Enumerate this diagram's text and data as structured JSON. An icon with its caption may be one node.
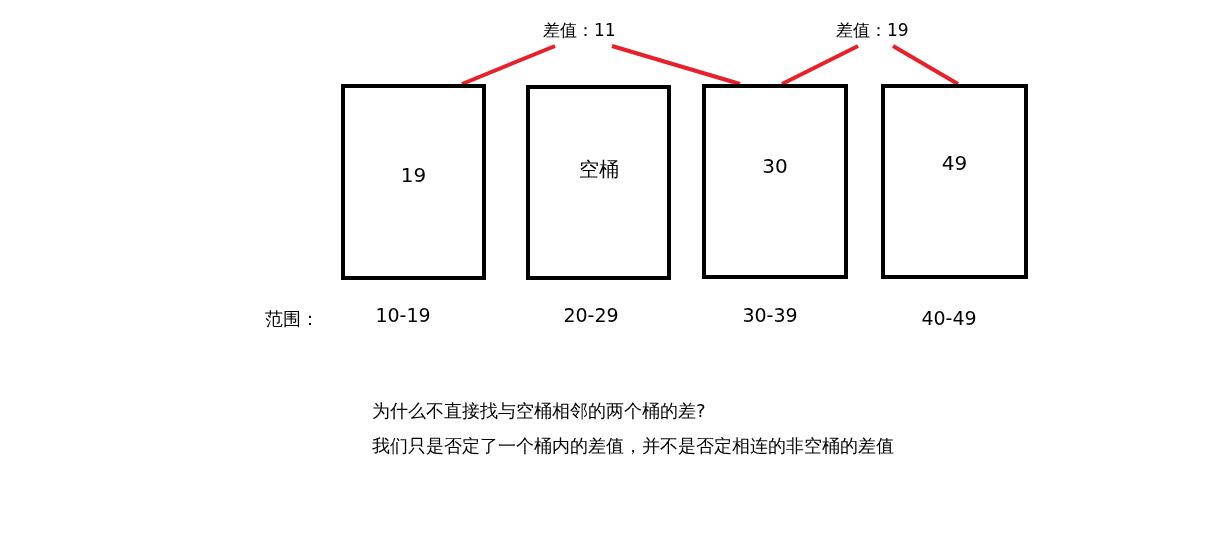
{
  "diagram": {
    "nodes": [
      {
        "text": [
          "19"
        ],
        "beside": [
          "10-19"
        ]
      },
      {
        "text": [
          "空桶"
        ],
        "beside": [
          "20-29"
        ]
      },
      {
        "text": [
          "30"
        ],
        "beside": [
          "30-39"
        ]
      },
      {
        "text": [
          "49"
        ],
        "beside": [
          "40-49"
        ]
      },
      {
        "text": [
          "差值：11"
        ]
      },
      {
        "text": [
          "差值：19"
        ]
      }
    ],
    "edges": [
      {
        "from": 4,
        "to": 0,
        "arrow": "none"
      },
      {
        "from": 4,
        "to": 2,
        "arrow": "none"
      },
      {
        "from": 5,
        "to": 2,
        "arrow": "none"
      },
      {
        "from": 5,
        "to": 3,
        "arrow": "none"
      }
    ],
    "labels": [
      "范围：",
      "为什么不直接找与空桶相邻的两个桶的差?",
      "我们只是否定了一个桶内的差值，并不是否定相连的非空桶的差值"
    ]
  }
}
